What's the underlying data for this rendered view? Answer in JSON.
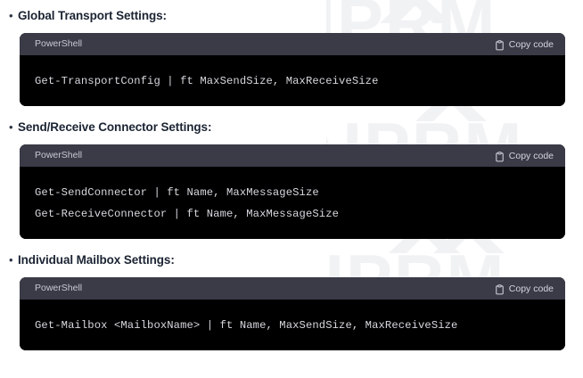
{
  "watermark": {
    "text": "AIPRM",
    "color": "#f1f2f4"
  },
  "theme": {
    "page_background": "#ffffff",
    "heading_color": "#1b2433",
    "code_header_background": "#3a3b47",
    "code_body_background": "#000000",
    "code_text_color": "#d6d8de",
    "code_header_text_color": "#c6c8d1"
  },
  "sections": [
    {
      "bullet": "•",
      "heading": "Global Transport Settings:",
      "code": {
        "language_label": "PowerShell",
        "copy_label": "Copy code",
        "copy_icon": "clipboard-icon",
        "lines": [
          "Get-TransportConfig | ft MaxSendSize, MaxReceiveSize"
        ]
      }
    },
    {
      "bullet": "•",
      "heading": "Send/Receive Connector Settings:",
      "code": {
        "language_label": "PowerShell",
        "copy_label": "Copy code",
        "copy_icon": "clipboard-icon",
        "lines": [
          "Get-SendConnector | ft Name, MaxMessageSize",
          "Get-ReceiveConnector | ft Name, MaxMessageSize"
        ]
      }
    },
    {
      "bullet": "•",
      "heading": "Individual Mailbox Settings:",
      "code": {
        "language_label": "PowerShell",
        "copy_label": "Copy code",
        "copy_icon": "clipboard-icon",
        "lines": [
          "Get-Mailbox <MailboxName> | ft Name, MaxSendSize, MaxReceiveSize"
        ]
      }
    }
  ]
}
